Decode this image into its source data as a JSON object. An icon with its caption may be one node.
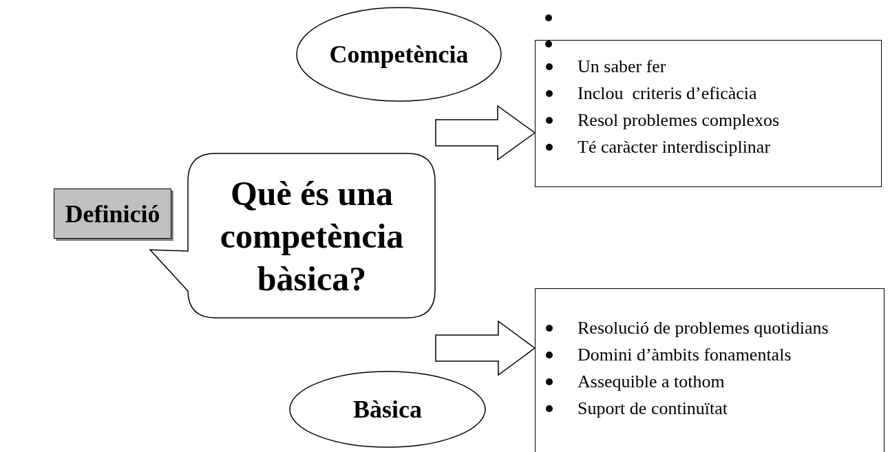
{
  "diagram": {
    "nodes": [
      {
        "text": [
          "Competència"
        ]
      },
      {
        "text": [
          "Un saber fer",
          "Inclou  criteris d’eficàcia",
          "Resol problemes complexos",
          "Té caràcter interdisciplinar"
        ]
      },
      {
        "text": [
          "Definició"
        ]
      },
      {
        "text": [
          "Què és una competència bàsica?"
        ]
      },
      {
        "text": [
          "Resolució de problemes quotidians",
          "Domini d’àmbits fonamentals",
          "Assequible a tothom",
          "Suport de continuïtat"
        ]
      },
      {
        "text": [
          "Bàsica"
        ]
      }
    ],
    "edges": [
      {
        "from": null,
        "to": 1,
        "arrow": "to"
      },
      {
        "from": null,
        "to": 4,
        "arrow": "to"
      }
    ]
  }
}
